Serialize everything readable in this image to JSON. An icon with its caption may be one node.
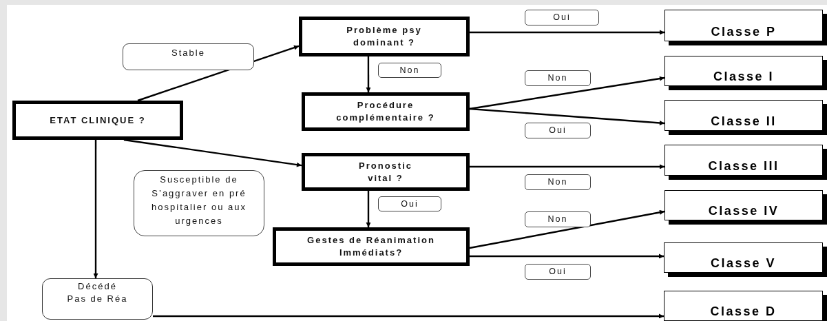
{
  "diagram": {
    "nodes": [
      {
        "text": [
          "ETAT CLINIQUE ?"
        ]
      },
      {
        "text": [
          "Problème psy dominant ?"
        ]
      },
      {
        "text": [
          "Procédure complémentaire ?"
        ]
      },
      {
        "text": [
          "Pronostic vital ?"
        ]
      },
      {
        "text": [
          "Gestes de Réanimation Immédiats?"
        ]
      },
      {
        "text": [
          "Décédé Pas de Réa"
        ]
      },
      {
        "text": [
          "Classe P"
        ]
      },
      {
        "text": [
          "Classe I"
        ]
      },
      {
        "text": [
          "Classe II"
        ]
      },
      {
        "text": [
          "Classe III"
        ]
      },
      {
        "text": [
          "Classe IV"
        ]
      },
      {
        "text": [
          "Classe V"
        ]
      },
      {
        "text": [
          "Classe D"
        ]
      }
    ],
    "edges": [
      {
        "from": 0,
        "to": 1,
        "arrow": "to",
        "label": "Stable"
      },
      {
        "from": 0,
        "to": 3,
        "arrow": "to",
        "label": "Susceptible de S’aggraver en pré hospitalier ou aux urgences"
      },
      {
        "from": 0,
        "to": 5,
        "arrow": "to"
      },
      {
        "from": 1,
        "to": 2,
        "arrow": "to",
        "label": "Non"
      },
      {
        "from": 1,
        "to": 6,
        "arrow": "to",
        "label": "Oui"
      },
      {
        "from": 2,
        "to": 7,
        "arrow": "to",
        "label": "Non"
      },
      {
        "from": 2,
        "to": 8,
        "arrow": "to",
        "label": "Oui"
      },
      {
        "from": 3,
        "to": 9,
        "arrow": "to",
        "label": "Non"
      },
      {
        "from": 3,
        "to": 4,
        "arrow": "to",
        "label": "Oui"
      },
      {
        "from": 4,
        "to": 10,
        "arrow": "to",
        "label": "Non"
      },
      {
        "from": 4,
        "to": 11,
        "arrow": "to",
        "label": "Oui"
      },
      {
        "from": 5,
        "to": 12,
        "arrow": "to"
      }
    ]
  }
}
